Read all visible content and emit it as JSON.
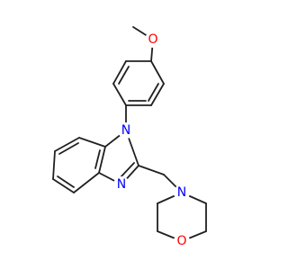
{
  "molecule": {
    "atoms": {
      "methoxy_oxygen": {
        "symbol": "O",
        "color": "#ff0000"
      },
      "imidazole_n1": {
        "symbol": "N",
        "color": "#0000ff"
      },
      "imidazole_n3": {
        "symbol": "N",
        "color": "#0000ff"
      },
      "morpholine_nitrogen": {
        "symbol": "N",
        "color": "#0000ff"
      },
      "morpholine_oxygen": {
        "symbol": "O",
        "color": "#ff0000"
      }
    },
    "bond_color": "#202020"
  }
}
